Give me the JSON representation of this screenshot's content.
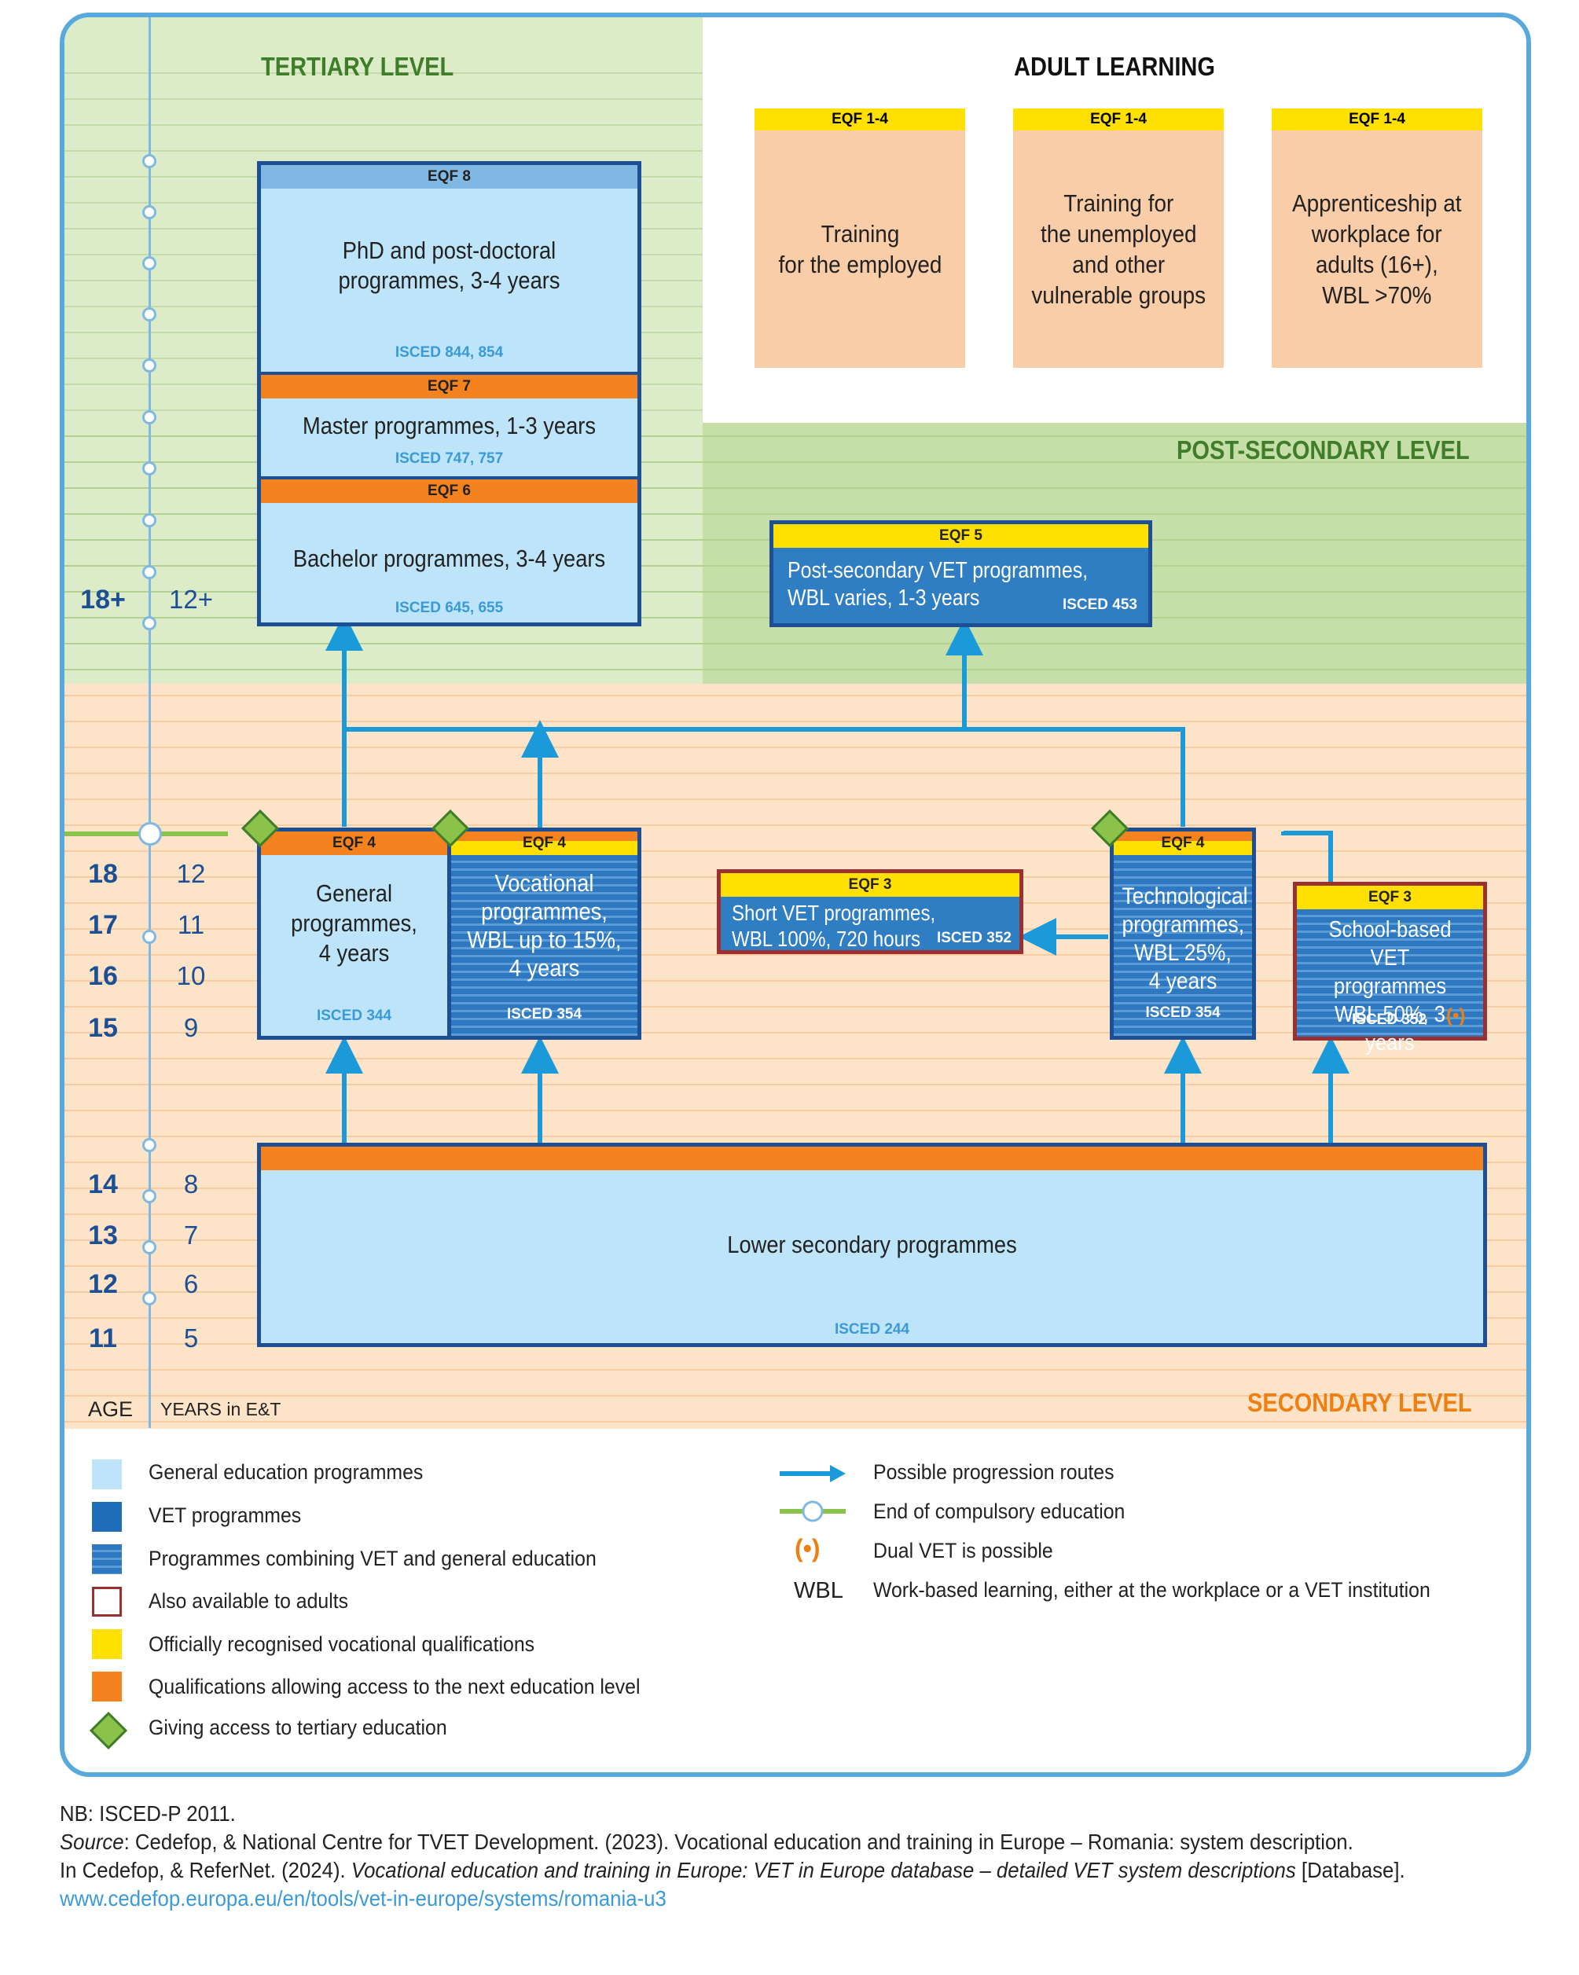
{
  "levels": {
    "tertiary": "TERTIARY LEVEL",
    "adult": "ADULT LEARNING",
    "post_secondary": "POST-SECONDARY LEVEL",
    "secondary": "SECONDARY LEVEL"
  },
  "axis": {
    "age_label": "AGE",
    "years_label": "YEARS in E&T",
    "rows": [
      {
        "age": "18+",
        "year": "12+"
      },
      {
        "age": "18",
        "year": "12"
      },
      {
        "age": "17",
        "year": "11"
      },
      {
        "age": "16",
        "year": "10"
      },
      {
        "age": "15",
        "year": "9"
      },
      {
        "age": "14",
        "year": "8"
      },
      {
        "age": "13",
        "year": "7"
      },
      {
        "age": "12",
        "year": "6"
      },
      {
        "age": "11",
        "year": "5"
      }
    ]
  },
  "adult_boxes": [
    {
      "eqf": "EQF 1-4",
      "text": "Training\nfor the employed"
    },
    {
      "eqf": "EQF 1-4",
      "text": "Training for\nthe unemployed\nand other\nvulnerable groups"
    },
    {
      "eqf": "EQF 1-4",
      "text": "Apprenticeship at\nworkplace for\nadults (16+),\nWBL >70%"
    }
  ],
  "programmes": {
    "phd": {
      "eqf": "EQF 8",
      "text": "PhD and post-doctoral\nprogrammes, 3-4 years",
      "isced": "ISCED 844, 854"
    },
    "master": {
      "eqf": "EQF 7",
      "text": "Master programmes, 1-3 years",
      "isced": "ISCED 747, 757"
    },
    "bachelor": {
      "eqf": "EQF 6",
      "text": "Bachelor programmes, 3-4 years",
      "isced": "ISCED 645, 655"
    },
    "post_vet": {
      "eqf": "EQF 5",
      "text": "Post-secondary VET programmes,\nWBL varies, 1-3 years",
      "isced": "ISCED 453"
    },
    "general": {
      "eqf": "EQF 4",
      "text": "General\nprogrammes,\n4 years",
      "isced": "ISCED 344"
    },
    "vocational": {
      "eqf": "EQF 4",
      "text": "Vocational\nprogrammes,\nWBL up to 15%,\n4 years",
      "isced": "ISCED 354"
    },
    "short_vet": {
      "eqf": "EQF 3",
      "text": "Short VET programmes,\nWBL 100%, 720 hours",
      "isced": "ISCED 352"
    },
    "technological": {
      "eqf": "EQF 4",
      "text": "Technological\nprogrammes,\nWBL 25%,\n4 years",
      "isced": "ISCED 354"
    },
    "school_vet": {
      "eqf": "EQF 3",
      "text": "School-based VET\nprogrammes\nWBL 50%, 3 years",
      "isced": "ISCED 352",
      "dual": "(•)"
    },
    "lower_sec": {
      "text": "Lower secondary programmes",
      "isced": "ISCED 244"
    }
  },
  "legend": {
    "left": [
      "General education programmes",
      "VET programmes",
      "Programmes combining VET and general education",
      "Also available to adults",
      "Officially recognised vocational qualifications",
      "Qualifications allowing access to the next education level",
      "Giving access to tertiary education"
    ],
    "right": [
      "Possible progression routes",
      "End of compulsory education",
      "Dual VET is possible",
      "Work-based learning, either at the workplace or a VET institution"
    ],
    "dual_symbol": "(•)",
    "wbl_abbr": "WBL"
  },
  "footer": {
    "nb": "NB: ISCED-P 2011.",
    "source_label": "Source",
    "source_text": ": Cedefop, & National Centre for TVET Development. (2023). Vocational education and training in Europe – Romania: system description.",
    "line3_prefix": "In Cedefop, & ReferNet. (2024). ",
    "line3_italic": "Vocational education and training in Europe: VET in Europe database – detailed VET system descriptions",
    "line3_suffix": " [Database].",
    "url": "www.cedefop.europa.eu/en/tools/vet-in-europe/systems/romania-u3"
  },
  "colors": {
    "tertiary_green": "#3f7d2a",
    "secondary_orange": "#f07f12",
    "dark_blue": "#1d4f95",
    "arrow_blue": "#1a9ad9",
    "eqf_yellow": "#ffe000",
    "eqf_orange": "#f4821f",
    "adult_border": "#9c2f2f",
    "diamond_green": "#8bc34a"
  }
}
